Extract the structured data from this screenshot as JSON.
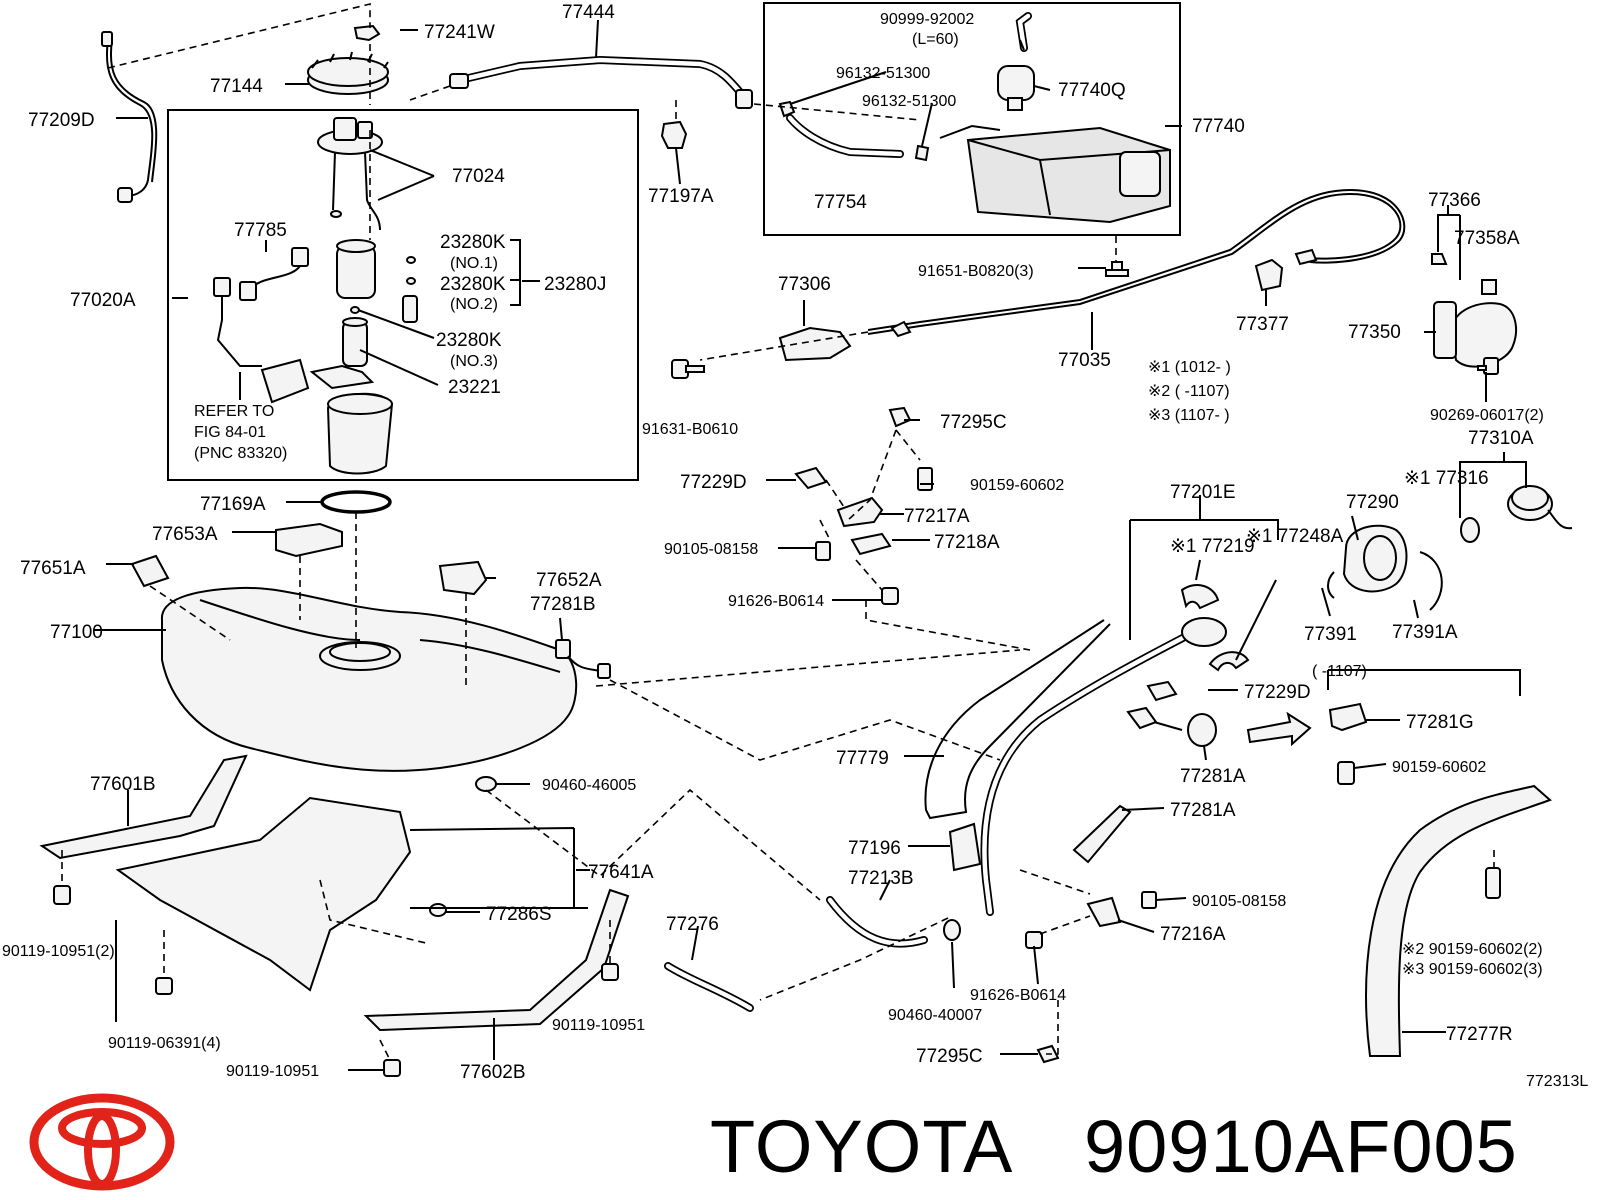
{
  "brand": {
    "name": "TOYOTA",
    "part_number": "90910AF005",
    "logo": "toyota-logo-icon"
  },
  "figure_code": "772313L",
  "notes": {
    "n1": "※1 (1012-      )",
    "n2": "※2 (      -1107)",
    "n3": "※3 (1107-      )",
    "range_1107": "(      -1107)"
  },
  "callouts": {
    "ref_line1": "REFER TO",
    "ref_line2": "FIG 84-01",
    "ref_line3": "(PNC 83320)",
    "l77241W": "77241W",
    "l77444": "77444",
    "l77144": "77144",
    "l77209D": "77209D",
    "l77024": "77024",
    "l77785": "77785",
    "l23280K1": "23280K",
    "lno1": "(NO.1)",
    "l23280K2": "23280K",
    "lno2": "(NO.2)",
    "l23280J": "23280J",
    "l77020A": "77020A",
    "l23280K3": "23280K",
    "lno3": "(NO.3)",
    "l23221": "23221",
    "l77197A": "77197A",
    "l90999": "90999-92002",
    "lL60": "(L=60)",
    "l96132a": "96132-51300",
    "l96132b": "96132-51300",
    "l77740Q": "77740Q",
    "l77740": "77740",
    "l77754": "77754",
    "l91651": "91651-B0820(3)",
    "l77366": "77366",
    "l77358A": "77358A",
    "l77306": "77306",
    "l77377": "77377",
    "l77350": "77350",
    "l77035": "77035",
    "l91631": "91631-B0610",
    "l90269": "90269-06017(2)",
    "l77295C_a": "77295C",
    "l77310A": "77310A",
    "l77316": "※1 77316",
    "l77229D_a": "77229D",
    "l90159a": "90159-60602",
    "l77217A": "77217A",
    "l77201E": "77201E",
    "l77290": "77290",
    "l90105a": "90105-08158",
    "l77218A": "77218A",
    "l77219": "※1 77219",
    "l77248A": "※1 77248A",
    "l91626a": "91626-B0614",
    "l77391": "77391",
    "l77391A": "77391A",
    "l77169A": "77169A",
    "l77653A": "77653A",
    "l77651A": "77651A",
    "l77652A": "77652A",
    "l77281B": "77281B",
    "l77100": "77100",
    "l77229D_b": "77229D",
    "l77281G": "77281G",
    "l90159b": "90159-60602",
    "l77281A_a": "77281A",
    "l77779": "77779",
    "l90460a": "90460-46005",
    "l77601B": "77601B",
    "l77281A_b": "77281A",
    "l77641A": "77641A",
    "l77196": "77196",
    "l77213B": "77213B",
    "l90105b": "90105-08158",
    "l77286S": "77286S",
    "l77216A": "77216A",
    "l90119a": "90119-10951(2)",
    "l77276": "77276",
    "l90159c": "※2 90159-60602(2)",
    "l90159d": "※3 90159-60602(3)",
    "l91626b": "91626-B0614",
    "l90119b": "90119-06391(4)",
    "l90119c": "90119-10951",
    "l90460b": "90460-40007",
    "l77277R": "77277R",
    "l77295C_b": "77295C",
    "l90119d": "90119-10951",
    "l77602B": "77602B"
  }
}
